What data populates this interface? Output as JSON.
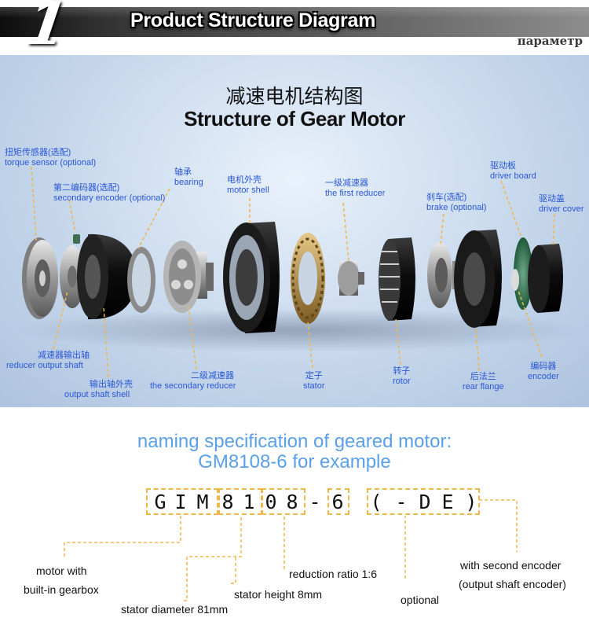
{
  "header": {
    "number": "1",
    "title": "Product Structure Diagram",
    "subtitle": "параметр"
  },
  "diagram": {
    "title_zh": "减速电机结构图",
    "title_en": "Structure of Gear Motor",
    "labels": {
      "torque_sensor": {
        "zh": "扭矩传感器(选配)",
        "en": "torque sensor (optional)"
      },
      "secondary_encoder": {
        "zh": "第二编码器(选配)",
        "en": "secondary encoder (optional)"
      },
      "bearing": {
        "zh": "轴承",
        "en": "bearing"
      },
      "motor_shell": {
        "zh": "电机外壳",
        "en": "motor shell"
      },
      "first_reducer": {
        "zh": "一级减速器",
        "en": "the first reducer"
      },
      "brake": {
        "zh": "刹车(选配)",
        "en": "brake (optional)"
      },
      "driver_board": {
        "zh": "驱动板",
        "en": "driver board"
      },
      "driver_cover": {
        "zh": "驱动盖",
        "en": "driver cover"
      },
      "reducer_output_shaft": {
        "zh": "减速器输出轴",
        "en": "reducer output shaft"
      },
      "output_shaft_shell": {
        "zh": "输出轴外壳",
        "en": "output shaft shell"
      },
      "secondary_reducer": {
        "zh": "二级减速器",
        "en": "the secondary reducer"
      },
      "stator": {
        "zh": "定子",
        "en": "stator"
      },
      "rotor": {
        "zh": "转子",
        "en": "rotor"
      },
      "rear_flange": {
        "zh": "后法兰",
        "en": "rear flange"
      },
      "encoder": {
        "zh": "编码器",
        "en": "encoder"
      }
    }
  },
  "naming": {
    "title_line1": "naming specification of geared motor:",
    "title_line2": "GM8108-6 for example",
    "code": [
      "G",
      "I",
      "M",
      "8",
      "1",
      "0",
      "8",
      "-",
      "6",
      "(",
      "-",
      "D",
      "E",
      ")"
    ],
    "descriptions": {
      "motor_with": "motor with",
      "builtin_gearbox": "built-in gearbox",
      "stator_diameter": "stator diameter 81mm",
      "stator_height": "stator height 8mm",
      "reduction_ratio": "reduction ratio 1:6",
      "optional": "optional",
      "second_encoder": "with second encoder",
      "output_shaft_encoder": "(output shaft encoder)"
    }
  },
  "colors": {
    "accent_blue": "#5aa0e8",
    "label_blue": "#2a57d6",
    "leader_orange": "#f0b848"
  }
}
